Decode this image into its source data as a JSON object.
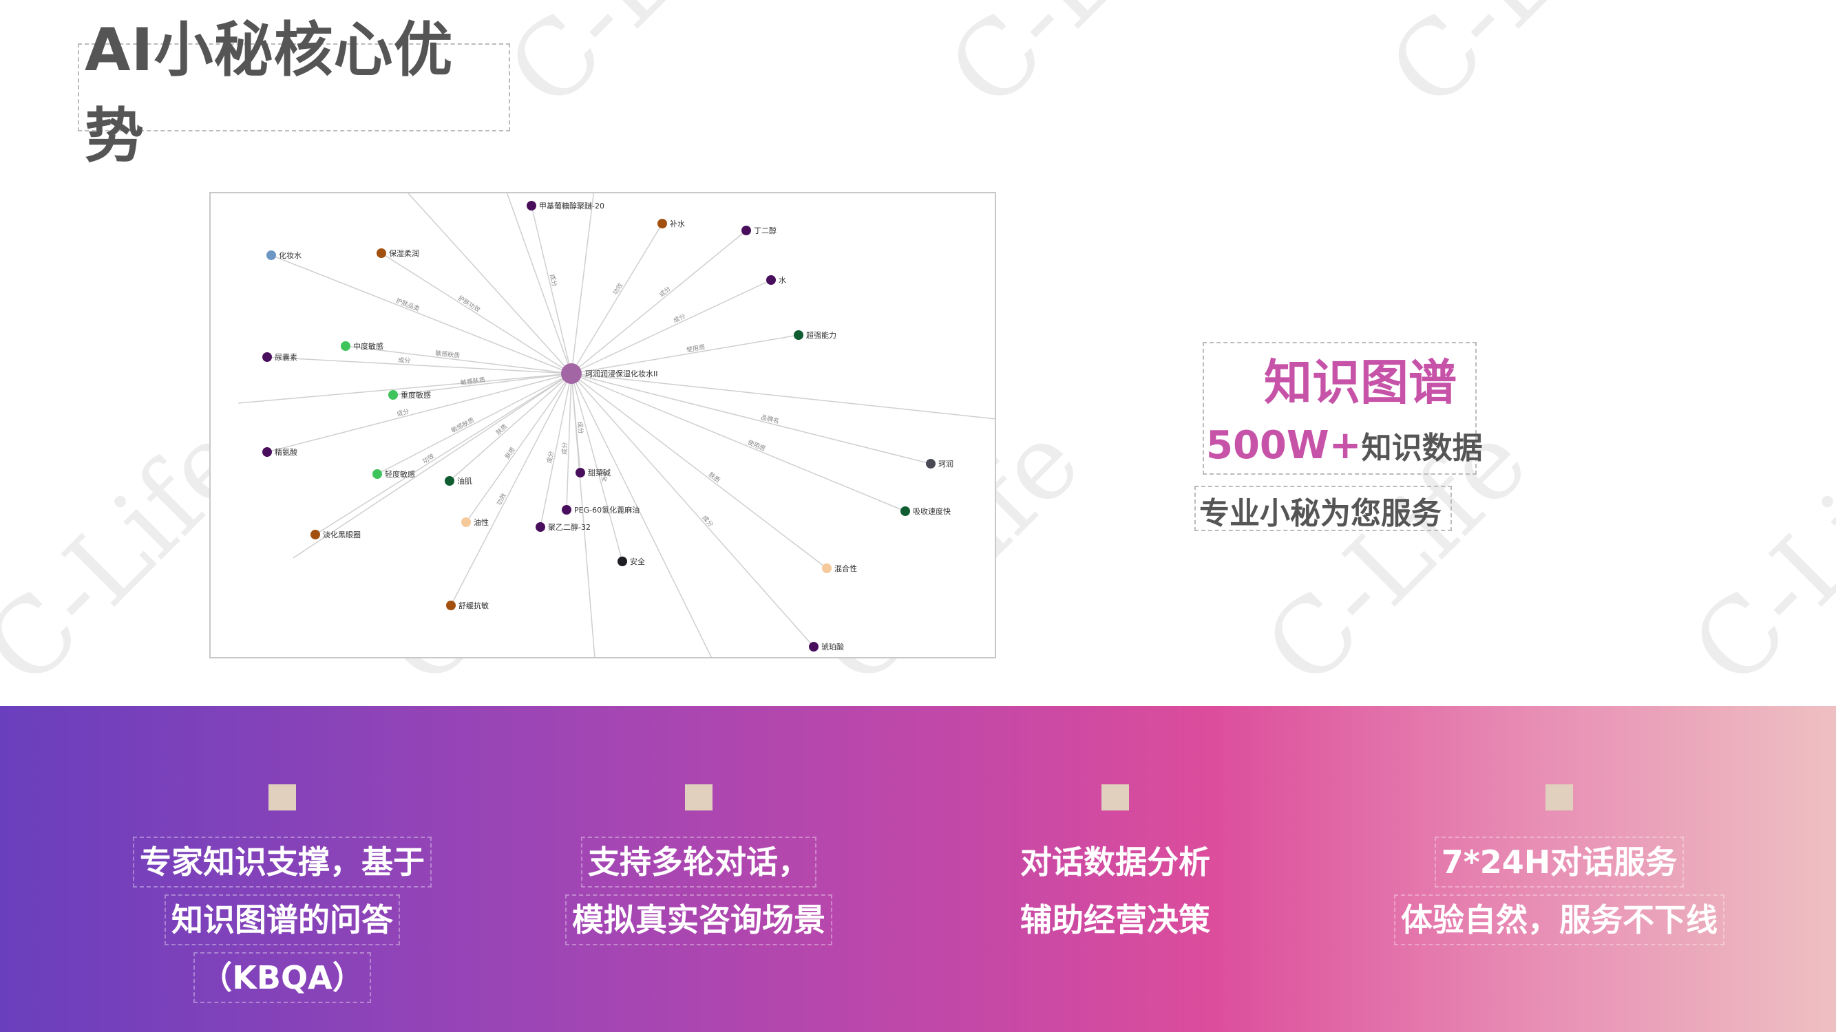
{
  "page": {
    "title": "AI小秘核心优势"
  },
  "watermark": "C-Life",
  "knowledge_graph": {
    "center": "珂润润浸保湿化妆水II",
    "nodes": [
      {
        "label": "甲基葡糖醇聚醚-20",
        "color": "#4a0f5c",
        "edge": "成分"
      },
      {
        "label": "补水",
        "color": "#a2500f",
        "edge": "功效"
      },
      {
        "label": "丁二醇",
        "color": "#4a0f5c",
        "edge": "成分"
      },
      {
        "label": "化妆水",
        "color": "#6d96c4",
        "edge": "护肤品类"
      },
      {
        "label": "保湿柔润",
        "color": "#a2500f",
        "edge": "护肤功效"
      },
      {
        "label": "水",
        "color": "#4a0f5c",
        "edge": "成分"
      },
      {
        "label": "超强能力",
        "color": "#0f5c30",
        "edge": "使用感"
      },
      {
        "label": "中度敏感",
        "color": "#3ec45a",
        "edge": "敏感肤质"
      },
      {
        "label": "尿囊素",
        "color": "#4a0f5c",
        "edge": "成分"
      },
      {
        "label": "重度敏感",
        "color": "#3ec45a",
        "edge": "敏感肤质"
      },
      {
        "label": "珂润",
        "color": "#4a4a55",
        "edge": "品牌名"
      },
      {
        "label": "精氨酸",
        "color": "#4a0f5c",
        "edge": "成分"
      },
      {
        "label": "轻度敏感",
        "color": "#3ec45a",
        "edge": "敏感肤质"
      },
      {
        "label": "油肌",
        "color": "#0f5c30",
        "edge": "肤质"
      },
      {
        "label": "甜菜碱",
        "color": "#4a0f5c",
        "edge": "成分"
      },
      {
        "label": "吸收速度快",
        "color": "#0f5c30",
        "edge": "使用感"
      },
      {
        "label": "PEG-60氢化蓖麻油",
        "color": "#4a0f5c",
        "edge": "成分"
      },
      {
        "label": "油性",
        "color": "#f6c99a",
        "edge": "肤质"
      },
      {
        "label": "聚乙二醇-32",
        "color": "#4a0f5c",
        "edge": "成分"
      },
      {
        "label": "淡化黑眼圈",
        "color": "#a2500f",
        "edge": "功效"
      },
      {
        "label": "安全",
        "color": "#1e1e24",
        "edge": "安全"
      },
      {
        "label": "混合性",
        "color": "#f6c99a",
        "edge": "肤质"
      },
      {
        "label": "舒缓抗敏",
        "color": "#a2500f",
        "edge": "功效"
      },
      {
        "label": "琥珀酸",
        "color": "#4a0f5c",
        "edge": "成分"
      }
    ]
  },
  "kg_panel": {
    "title": "知识图谱",
    "count": "500W+",
    "count_suffix": "知识数据",
    "subtitle": "专业小秘为您服务"
  },
  "features": [
    {
      "lines": [
        "专家知识支撑，基于",
        "知识图谱的问答",
        "（KBQA）"
      ]
    },
    {
      "lines": [
        "支持多轮对话，",
        "模拟真实咨询场景"
      ]
    },
    {
      "lines": [
        "对话数据分析",
        "辅助经营决策"
      ]
    },
    {
      "lines": [
        "7*24H对话服务",
        "体验自然，服务不下线"
      ]
    }
  ]
}
